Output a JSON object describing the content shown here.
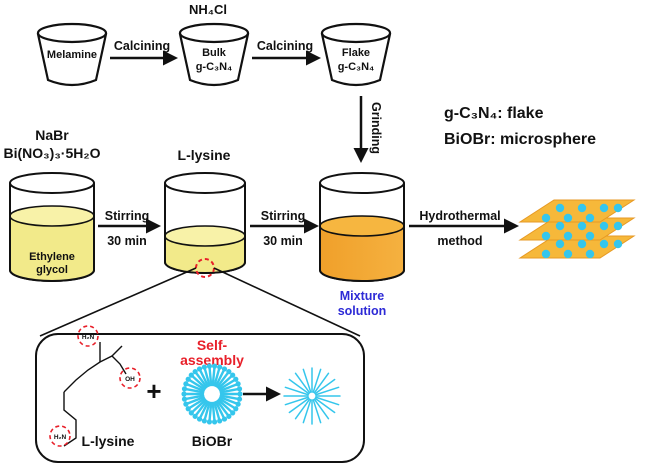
{
  "steps": {
    "melamine": "Melamine",
    "calcining_1": "Calcining",
    "nh4cl": "NH₄Cl",
    "bulk_line1": "Bulk",
    "bulk_line2": "g-C₃N₄",
    "calcining_2": "Calcining",
    "flake_line1": "Flake",
    "flake_line2": "g-C₃N₄",
    "grinding": "Grinding"
  },
  "legend": {
    "line1": "g-C₃N₄: flake",
    "line2": "BiOBr: microsphere"
  },
  "row2": {
    "nabr": "NaBr",
    "bino3": "Bi(NO₃)₃·5H₂O",
    "ethylene_line1": "Ethylene",
    "ethylene_line2": "glycol",
    "stir1_line1": "Stirring",
    "stir1_line2": "30 min",
    "l_lysine_top": "L-lysine",
    "stir2_line1": "Stirring",
    "stir2_line2": "30 min",
    "mixture_line1": "Mixture",
    "mixture_line2": "solution",
    "hydro_line1": "Hydrothermal",
    "hydro_line2": "method"
  },
  "inset": {
    "self_line1": "Self-",
    "self_line2": "assembly",
    "plus": "+",
    "l_lysine": "L-lysine",
    "biobr": "BiOBr",
    "h2n_top": "H₂N",
    "oh": "OH",
    "h2n_bottom": "H₂N"
  },
  "colors": {
    "yellow_liquid": "#f2ea8a",
    "orange_liquid": "#f2a12a",
    "red_accent": "#e8202a",
    "blue_text": "#2d2ad6",
    "cyan_sphere": "#35c6ec",
    "flake_fill": "#f6b83a"
  }
}
